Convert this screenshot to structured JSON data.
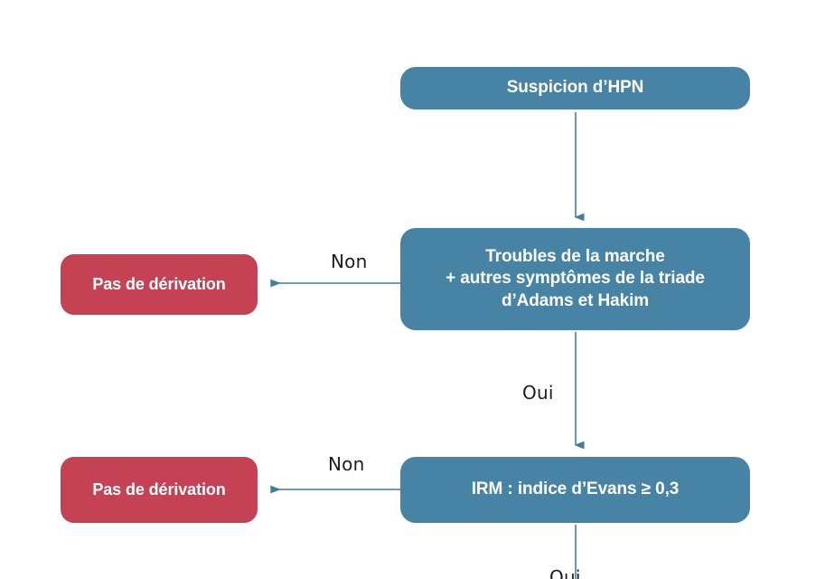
{
  "diagram": {
    "title_text": "Suspicion d’HPN",
    "language": "fr",
    "colors": {
      "blue": "#4683a4",
      "red": "#c44254",
      "arrow": "#3f7f9e",
      "label_text": "#1c1c1c",
      "node_text": "#ffffff",
      "background": "#ffffff"
    },
    "nodes": [
      {
        "id": "suspicion",
        "label": "Suspicion d’HPN",
        "type": "process",
        "color": "blue"
      },
      {
        "id": "troubles",
        "label": "Troubles de la marche\n+ autres symptômes de la triade\nd’Adams et Hakim",
        "line1": "Troubles de la marche",
        "line2": "+ autres symptômes de la triade",
        "line3": "d’Adams et Hakim",
        "type": "decision",
        "color": "blue"
      },
      {
        "id": "irm",
        "label": "IRM : indice d’Evans ≥ 0,3",
        "type": "decision",
        "color": "blue"
      },
      {
        "id": "pas-derivation-1",
        "label": "Pas de dérivation",
        "type": "terminal",
        "color": "red"
      },
      {
        "id": "pas-derivation-2",
        "label": "Pas de dérivation",
        "type": "terminal",
        "color": "red"
      }
    ],
    "edges": [
      {
        "id": "e1",
        "from": "suspicion",
        "to": "troubles",
        "label": "",
        "direction": "down"
      },
      {
        "id": "e2",
        "from": "troubles",
        "to": "pas-derivation-1",
        "label": "Non",
        "direction": "left"
      },
      {
        "id": "e3",
        "from": "troubles",
        "to": "irm",
        "label": "Oui",
        "direction": "down"
      },
      {
        "id": "e4",
        "from": "irm",
        "to": "pas-derivation-2",
        "label": "Non",
        "direction": "left"
      },
      {
        "id": "e5",
        "from": "irm",
        "to": "",
        "label": "Oui",
        "direction": "down",
        "truncated": true
      }
    ]
  }
}
